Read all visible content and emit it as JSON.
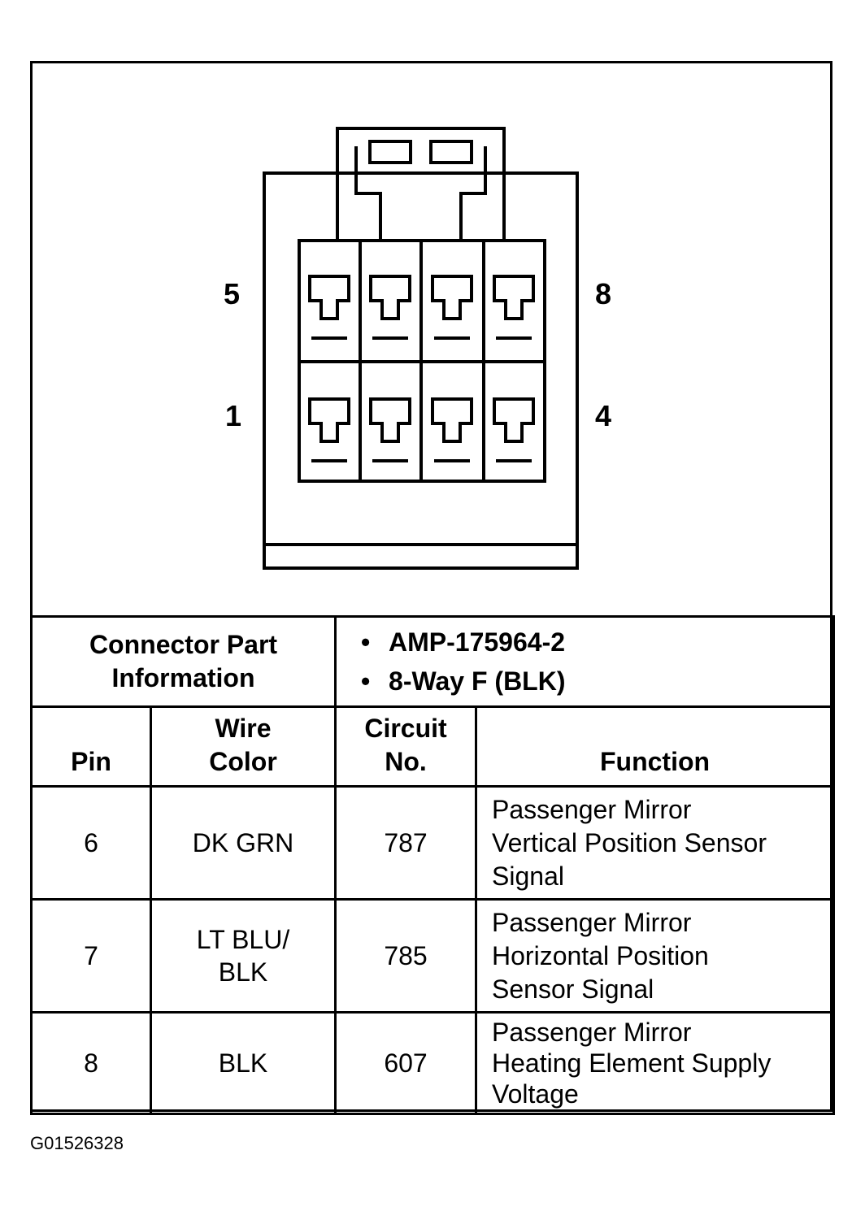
{
  "diagram": {
    "pin_labels": {
      "top_left": "5",
      "top_right": "8",
      "bottom_left": "1",
      "bottom_right": "4"
    }
  },
  "connector_info": {
    "label_line1": "Connector Part",
    "label_line2": "Information",
    "items": [
      "AMP-175964-2",
      "8-Way F (BLK)"
    ]
  },
  "table": {
    "headers": {
      "pin": "Pin",
      "wire_color_line1": "Wire",
      "wire_color_line2": "Color",
      "circuit_line1": "Circuit",
      "circuit_line2": "No.",
      "function": "Function"
    },
    "rows": [
      {
        "pin": "6",
        "wire": [
          "DK GRN"
        ],
        "circuit": "787",
        "function": [
          "Passenger Mirror",
          "Vertical Position Sensor",
          "Signal"
        ]
      },
      {
        "pin": "7",
        "wire": [
          "LT BLU/",
          "BLK"
        ],
        "circuit": "785",
        "function": [
          "Passenger Mirror",
          "Horizontal Position",
          "Sensor Signal"
        ]
      },
      {
        "pin": "8",
        "wire": [
          "BLK"
        ],
        "circuit": "607",
        "function": [
          "Passenger Mirror",
          "Heating Element Supply",
          "Voltage"
        ]
      }
    ]
  },
  "figure_id": "G01526328"
}
